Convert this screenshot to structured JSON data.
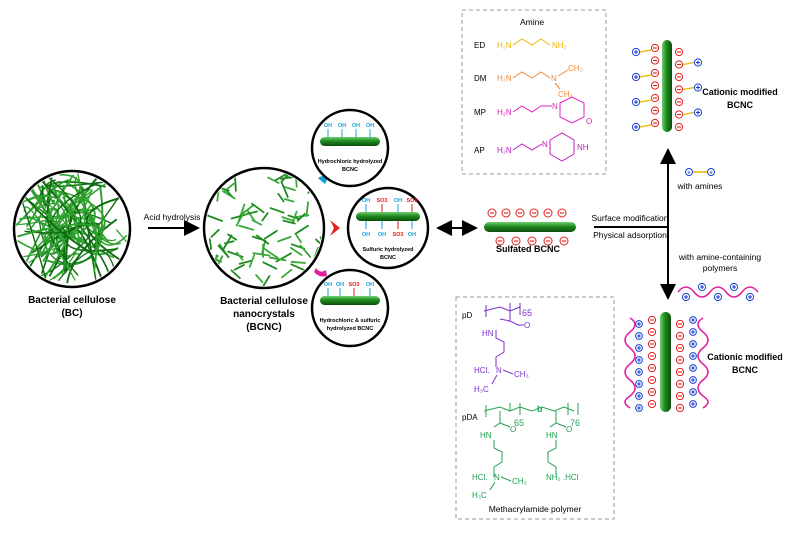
{
  "colors": {
    "green": "#2e8b2e",
    "dark_green": "#1a5e1a",
    "red": "#e0201a",
    "blue": "#1c3fd0",
    "cyan": "#1aa0d8",
    "magenta": "#e020a0",
    "ed": "#e8b800",
    "dm": "#f08a3c",
    "mp": "#e020c0",
    "ap": "#c020c0",
    "pd": "#7a30c8",
    "pda": "#20a050"
  },
  "labels": {
    "bc_title": "Bacterial cellulose",
    "bc_abbr": "(BC)",
    "acid_hydrolysis": "Acid hydrolysis",
    "bcnc_title_1": "Bacterial cellulose",
    "bcnc_title_2": "nanocrystals",
    "bcnc_abbr": "(BCNC)",
    "hcl_1": "Hydrochloric hydrolyzed",
    "hcl_2": "BCNC",
    "sulf_1": "Sulfuric hydrolyzed",
    "sulf_2": "BCNC",
    "mix_1": "Hydrochloric & sulfuric",
    "mix_2": "hydrolyzed BCNC",
    "sulfated": "Sulfated BCNC",
    "surface_mod": "Surface modification",
    "phys_ads": "Physical adsorption",
    "with_amines": "with amines",
    "with_polymers_1": "with amine-containing",
    "with_polymers_2": "polymers",
    "cationic_1": "Cationic modified",
    "cationic_2": "BCNC",
    "amine_box_title": "Amine",
    "polymer_box_title": "Methacrylamide polymer",
    "oh": "OH",
    "so3": "SO",
    "so3_sub": "3",
    "minus": "⊖",
    "plus": "⊕"
  },
  "amines": [
    {
      "abbr": "ED",
      "h2n": "H₂N",
      "end": "NH₂"
    },
    {
      "abbr": "DM",
      "h2n": "H₂N",
      "n": "N",
      "ch3a": "CH₃",
      "ch3b": "CH₃"
    },
    {
      "abbr": "MP",
      "h2n": "H₂N",
      "n": "N",
      "o": "O"
    },
    {
      "abbr": "AP",
      "h2n": "H₂N",
      "n": "N",
      "nh": "NH"
    }
  ],
  "polymers": {
    "pd": {
      "abbr": "pD",
      "n": "65",
      "o": "O",
      "hn": "HN",
      "hcl": "HCl.",
      "n_atom": "N",
      "ch3": "CH₃",
      "h3c": "H₃C"
    },
    "pda": {
      "abbr": "pDA",
      "n1": "65",
      "n2": "76",
      "b": "b",
      "o1": "O",
      "o2": "O",
      "hn1": "HN",
      "hn2": "HN",
      "hcl": "HCl.",
      "n_atom": "N",
      "ch3": "CH₃",
      "h3c": "H₃C",
      "nh2": "NH₂ .HCl"
    }
  }
}
